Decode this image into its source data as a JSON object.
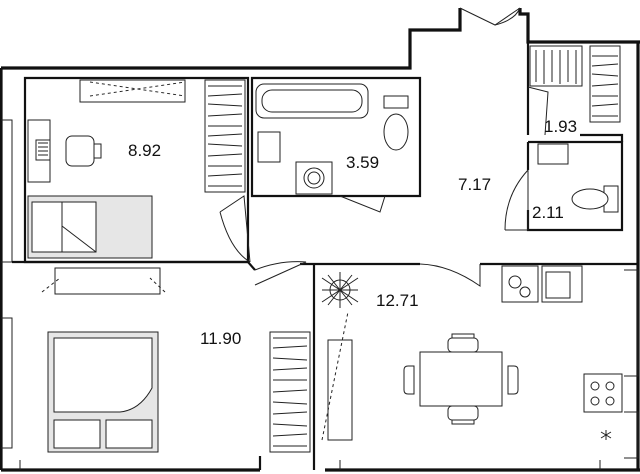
{
  "rooms": [
    {
      "id": "bedroom-small",
      "area": "8.92"
    },
    {
      "id": "bathroom",
      "area": "3.59"
    },
    {
      "id": "storage",
      "area": "1.93"
    },
    {
      "id": "hallway",
      "area": "7.17"
    },
    {
      "id": "toilet",
      "area": "2.11"
    },
    {
      "id": "kitchen-living",
      "area": "12.71"
    },
    {
      "id": "bedroom-large",
      "area": "11.90"
    }
  ],
  "colors": {
    "walls": "#111111",
    "furniture_fill": "#e6e6e6",
    "background": "#ffffff"
  }
}
